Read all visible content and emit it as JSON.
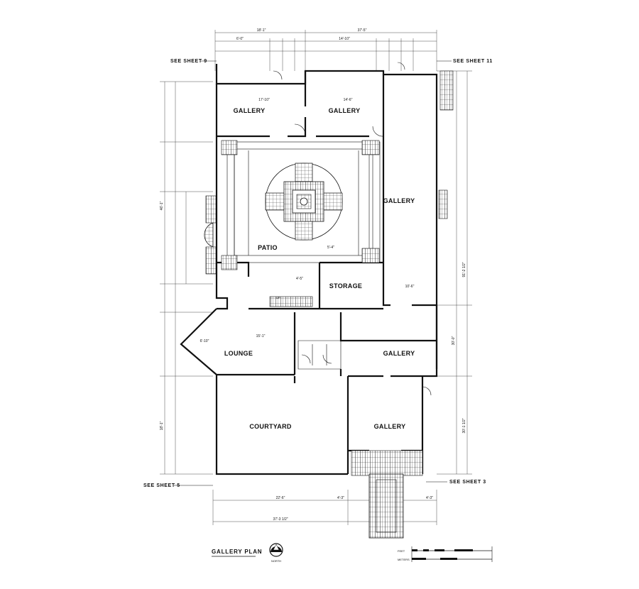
{
  "drawing": {
    "title": "GALLERY PLAN",
    "north_label": "NORTH",
    "sheet_refs": {
      "sheet_9": "SEE SHEET 9",
      "sheet_11": "SEE SHEET 11",
      "sheet_5": "SEE SHEET 5",
      "sheet_3": "SEE SHEET 3"
    },
    "rooms": {
      "gallery_nw": "GALLERY",
      "gallery_n": "GALLERY",
      "gallery_e": "GALLERY",
      "patio": "PATIO",
      "storage": "STORAGE",
      "lounge": "LOUNGE",
      "gallery_mid": "GALLERY",
      "courtyard": "COURTYARD",
      "gallery_s": "GALLERY"
    },
    "annotations": {
      "up": "UP"
    },
    "scale": {
      "feet_label": "FEET",
      "meters_label": "METERS"
    },
    "dimensions": {
      "top_left": "18'-1\"",
      "top_right": "37'-5\"",
      "top_a": "6'-0\"",
      "top_b": "14'-10\"",
      "gal_nw": "17'-10\"",
      "gal_n": "14'-6\"",
      "side_left": "46'-1\"",
      "side_right": "91'-2 1/2\"",
      "patio_a": "5'-4\"",
      "patio_b": "4'-5\"",
      "storage_a": "4'-5\"",
      "storage_b": "10'-6\"",
      "lounge": "15'-1\"",
      "lounge_b": "6'-10\"",
      "court_w": "22'-6\"",
      "court_v": "18'-1\"",
      "bottom_total": "37'-3 1/2\"",
      "bottom_a": "4'-3\"",
      "bottom_b": "4'-3\"",
      "right_a": "30'-0\"",
      "right_b": "30'-1 1/2\""
    }
  }
}
